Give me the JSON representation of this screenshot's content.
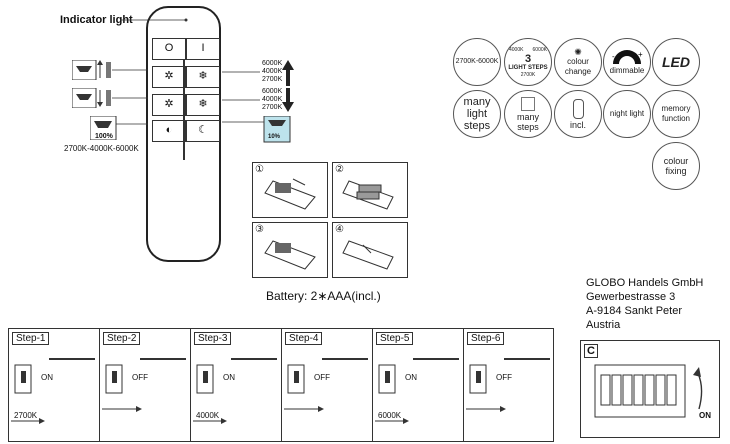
{
  "remote": {
    "indicator_label": "Indicator light",
    "button_off": "O",
    "button_on": "I",
    "up_temps": [
      "6000K",
      "4000K",
      "2700K"
    ],
    "down_temps": [
      "6000K",
      "4000K",
      "2700K"
    ],
    "cycle_label": "2700K-4000K-6000K",
    "full_label": "100%",
    "night_label": "10%"
  },
  "features": {
    "color_range": "2700K-6000K",
    "light_steps_number": "3",
    "light_steps_text": "LIGHT STEPS",
    "light_steps_k_top_left": "4000K",
    "light_steps_k_top_right": "6000K",
    "light_steps_k_bottom": "2700K",
    "colour_change": "colour change",
    "dimmable": "dimmable",
    "led": "LED",
    "many_light_steps": "many light steps",
    "many_steps": "many steps",
    "incl": "incl.",
    "night_light": "night light",
    "memory_function": "memory function",
    "colour_fixing": "colour fixing"
  },
  "battery": {
    "steps": [
      "①",
      "②",
      "③",
      "④"
    ],
    "text": "Battery: 2∗AAA(incl.)"
  },
  "address": {
    "line1": "GLOBO Handels GmbH",
    "line2": "Gewerbestrasse 3",
    "line3": "A-9184 Sankt Peter",
    "line4": "Austria"
  },
  "steps": [
    {
      "label": "Step-1",
      "state": "ON",
      "k": "2700K"
    },
    {
      "label": "Step-2",
      "state": "OFF",
      "k": ""
    },
    {
      "label": "Step-3",
      "state": "ON",
      "k": "4000K"
    },
    {
      "label": "Step-4",
      "state": "OFF",
      "k": ""
    },
    {
      "label": "Step-5",
      "state": "ON",
      "k": "6000K"
    },
    {
      "label": "Step-6",
      "state": "OFF",
      "k": ""
    }
  ],
  "panel_c": {
    "label": "C",
    "on_label": "ON"
  }
}
